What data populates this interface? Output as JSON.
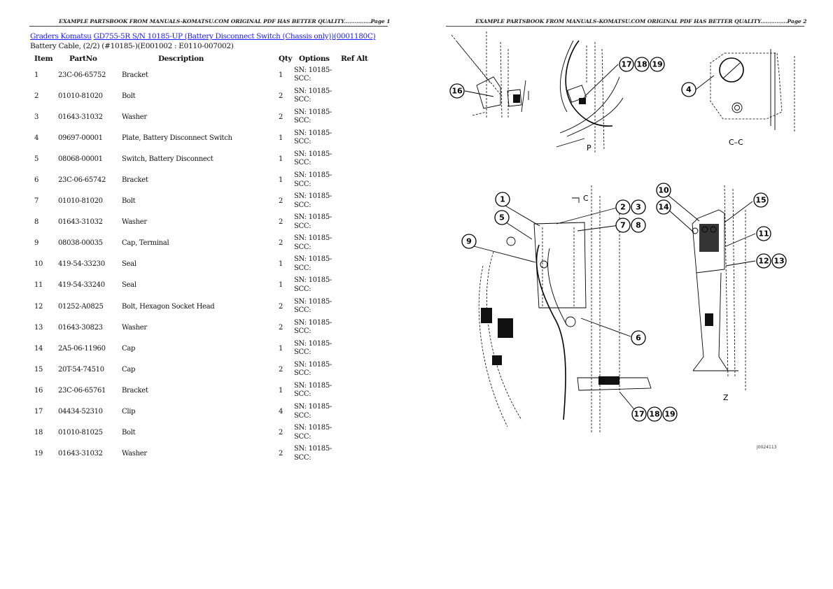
{
  "pages": [
    {
      "header": "EXAMPLE PARTSBOOK FROM MANUALS-KOMATSU.COM ORIGINAL PDF HAS BETTER QUALITY...............Page 1",
      "breadcrumb": {
        "link1": "Graders Komatsu",
        "link2": "GD755-5R S/N 10185-UP (Battery Disconnect Switch (Chassis only))(0001180C)"
      },
      "subtitle": "Battery Cable, (2/2) (#10185-)(E001002 : E0110-007002)",
      "table": {
        "headers": {
          "item": "Item",
          "partno": "PartNo",
          "description": "Description",
          "qty": "Qty",
          "options": "Options",
          "refalt": "Ref Alt"
        },
        "rows": [
          {
            "item": "1",
            "partno": "23C-06-65752",
            "description": "Bracket",
            "qty": "1",
            "opt1": "SN: 10185-",
            "opt2": "SCC:",
            "refalt": ""
          },
          {
            "item": "2",
            "partno": "01010-81020",
            "description": "Bolt",
            "qty": "2",
            "opt1": "SN: 10185-",
            "opt2": "SCC:",
            "refalt": ""
          },
          {
            "item": "3",
            "partno": "01643-31032",
            "description": "Washer",
            "qty": "2",
            "opt1": "SN: 10185-",
            "opt2": "SCC:",
            "refalt": ""
          },
          {
            "item": "4",
            "partno": "09697-00001",
            "description": "Plate, Battery Disconnect Switch",
            "qty": "1",
            "opt1": "SN: 10185-",
            "opt2": "SCC:",
            "refalt": ""
          },
          {
            "item": "5",
            "partno": "08068-00001",
            "description": "Switch, Battery Disconnect",
            "qty": "1",
            "opt1": "SN: 10185-",
            "opt2": "SCC:",
            "refalt": ""
          },
          {
            "item": "6",
            "partno": "23C-06-65742",
            "description": "Bracket",
            "qty": "1",
            "opt1": "SN: 10185-",
            "opt2": "SCC:",
            "refalt": ""
          },
          {
            "item": "7",
            "partno": "01010-81020",
            "description": "Bolt",
            "qty": "2",
            "opt1": "SN: 10185-",
            "opt2": "SCC:",
            "refalt": ""
          },
          {
            "item": "8",
            "partno": "01643-31032",
            "description": "Washer",
            "qty": "2",
            "opt1": "SN: 10185-",
            "opt2": "SCC:",
            "refalt": ""
          },
          {
            "item": "9",
            "partno": "08038-00035",
            "description": "Cap, Terminal",
            "qty": "2",
            "opt1": "SN: 10185-",
            "opt2": "SCC:",
            "refalt": ""
          },
          {
            "item": "10",
            "partno": "419-54-33230",
            "description": "Seal",
            "qty": "1",
            "opt1": "SN: 10185-",
            "opt2": "SCC:",
            "refalt": ""
          },
          {
            "item": "11",
            "partno": "419-54-33240",
            "description": "Seal",
            "qty": "1",
            "opt1": "SN: 10185-",
            "opt2": "SCC:",
            "refalt": ""
          },
          {
            "item": "12",
            "partno": "01252-A0825",
            "description": "Bolt, Hexagon Socket Head",
            "qty": "2",
            "opt1": "SN: 10185-",
            "opt2": "SCC:",
            "refalt": ""
          },
          {
            "item": "13",
            "partno": "01643-30823",
            "description": "Washer",
            "qty": "2",
            "opt1": "SN: 10185-",
            "opt2": "SCC:",
            "refalt": ""
          },
          {
            "item": "14",
            "partno": "2A5-06-11960",
            "description": "Cap",
            "qty": "1",
            "opt1": "SN: 10185-",
            "opt2": "SCC:",
            "refalt": ""
          },
          {
            "item": "15",
            "partno": "20T-54-74510",
            "description": "Cap",
            "qty": "2",
            "opt1": "SN: 10185-",
            "opt2": "SCC:",
            "refalt": ""
          },
          {
            "item": "16",
            "partno": "23C-06-65761",
            "description": "Bracket",
            "qty": "1",
            "opt1": "SN: 10185-",
            "opt2": "SCC:",
            "refalt": ""
          },
          {
            "item": "17",
            "partno": "04434-52310",
            "description": "Clip",
            "qty": "4",
            "opt1": "SN: 10185-",
            "opt2": "SCC:",
            "refalt": ""
          },
          {
            "item": "18",
            "partno": "01010-81025",
            "description": "Bolt",
            "qty": "2",
            "opt1": "SN: 10185-",
            "opt2": "SCC:",
            "refalt": ""
          },
          {
            "item": "19",
            "partno": "01643-31032",
            "description": "Washer",
            "qty": "2",
            "opt1": "SN: 10185-",
            "opt2": "SCC:",
            "refalt": ""
          }
        ]
      }
    },
    {
      "header": "EXAMPLE PARTSBOOK FROM MANUALS-KOMATSU.COM ORIGINAL PDF HAS BETTER QUALITY...............Page 2",
      "diagram": {
        "view_labels": {
          "p": "P",
          "cc": "C–C",
          "c": "C",
          "z": "Z"
        },
        "callouts": {
          "c16": "16",
          "c17a": "17",
          "c18a": "18",
          "c19a": "19",
          "c4": "4",
          "c1": "1",
          "c2": "2",
          "c3": "3",
          "c5": "5",
          "c7": "7",
          "c8": "8",
          "c9": "9",
          "c6": "6",
          "c17b": "17",
          "c18b": "18",
          "c19b": "19",
          "c10": "10",
          "c14": "14",
          "c15": "15",
          "c11": "11",
          "c12": "12",
          "c13": "13"
        },
        "drawing_id": "J0024113"
      }
    }
  ]
}
